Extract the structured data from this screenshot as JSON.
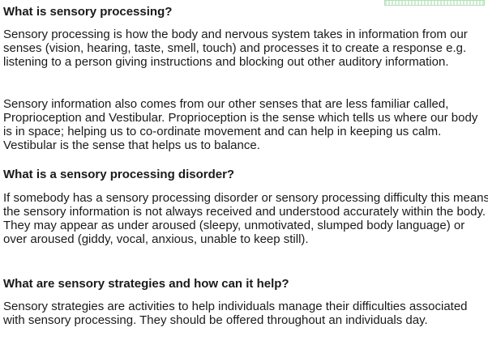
{
  "sections": [
    {
      "heading": "What is sensory processing?",
      "paragraphs": [
        "Sensory processing is how the body and nervous system takes in information from our senses (vision, hearing, taste, smell, touch) and processes it to create a response e.g. listening to a person giving instructions and blocking out other auditory information.",
        "Sensory information also comes from our other senses that are less familiar called, Proprioception and Vestibular. Proprioception is the sense which tells us where our body is in space; helping us to co-ordinate movement and can help in keeping us calm. Vestibular is the sense that helps us to balance."
      ]
    },
    {
      "heading": "What is a sensory processing disorder?",
      "paragraphs": [
        "If somebody has a sensory processing disorder or sensory processing difficulty this means the sensory information is not always received and understood accurately within the body. They may appear as under aroused (sleepy, unmotivated, slumped body language) or over aroused (giddy, vocal, anxious, unable to keep still)."
      ]
    },
    {
      "heading": "What are sensory strategies and how can it help?",
      "paragraphs": [
        "Sensory strategies are activities to help individuals manage their difficulties associated with sensory processing. They should be offered throughout an individuals day."
      ]
    }
  ]
}
